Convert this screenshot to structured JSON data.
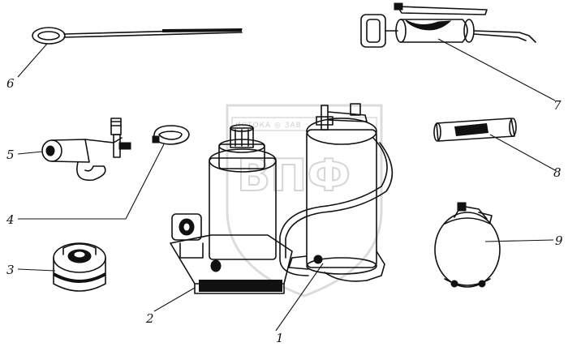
{
  "watermark": {
    "banner_text": "ИСТОКА ◎ ЗАВ",
    "monogram": "ВПФ"
  },
  "callouts": [
    {
      "id": "1",
      "text": "1"
    },
    {
      "id": "2",
      "text": "2"
    },
    {
      "id": "3",
      "text": "3"
    },
    {
      "id": "4",
      "text": "4"
    },
    {
      "id": "5",
      "text": "5"
    },
    {
      "id": "6",
      "text": "6"
    },
    {
      "id": "7",
      "text": "7"
    },
    {
      "id": "8",
      "text": "8"
    },
    {
      "id": "9",
      "text": "9"
    }
  ]
}
